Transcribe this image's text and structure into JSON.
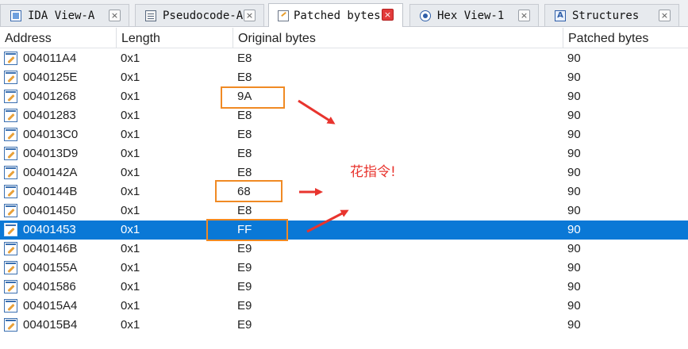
{
  "tabs": [
    {
      "label": "IDA View-A",
      "icon": "ida-view-icon",
      "active": false,
      "close": "×"
    },
    {
      "label": "Pseudocode-A",
      "icon": "pseudocode-icon",
      "active": false,
      "close": "×"
    },
    {
      "label": "Patched bytes",
      "icon": "patched-bytes-icon",
      "active": true,
      "close": "×"
    },
    {
      "label": "Hex View-1",
      "icon": "hex-view-icon",
      "active": false,
      "close": "×"
    },
    {
      "label": "Structures",
      "icon": "structures-icon",
      "active": false,
      "close": "×"
    }
  ],
  "struct_icon_glyph": "A",
  "table": {
    "columns": [
      "Address",
      "Length",
      "Original bytes",
      "Patched bytes"
    ],
    "rows": [
      {
        "address": "004011A4",
        "length": "0x1",
        "original": "E8",
        "patched": "90"
      },
      {
        "address": "0040125E",
        "length": "0x1",
        "original": "E8",
        "patched": "90"
      },
      {
        "address": "00401268",
        "length": "0x1",
        "original": "9A",
        "patched": "90"
      },
      {
        "address": "00401283",
        "length": "0x1",
        "original": "E8",
        "patched": "90"
      },
      {
        "address": "004013C0",
        "length": "0x1",
        "original": "E8",
        "patched": "90"
      },
      {
        "address": "004013D9",
        "length": "0x1",
        "original": "E8",
        "patched": "90"
      },
      {
        "address": "0040142A",
        "length": "0x1",
        "original": "E8",
        "patched": "90"
      },
      {
        "address": "0040144B",
        "length": "0x1",
        "original": "68",
        "patched": "90"
      },
      {
        "address": "00401450",
        "length": "0x1",
        "original": "E8",
        "patched": "90"
      },
      {
        "address": "00401453",
        "length": "0x1",
        "original": "FF",
        "patched": "90",
        "selected": true
      },
      {
        "address": "0040146B",
        "length": "0x1",
        "original": "E9",
        "patched": "90"
      },
      {
        "address": "0040155A",
        "length": "0x1",
        "original": "E9",
        "patched": "90"
      },
      {
        "address": "00401586",
        "length": "0x1",
        "original": "E9",
        "patched": "90"
      },
      {
        "address": "004015A4",
        "length": "0x1",
        "original": "E9",
        "patched": "90"
      },
      {
        "address": "004015B4",
        "length": "0x1",
        "original": "E9",
        "patched": "90"
      }
    ]
  },
  "annotation": {
    "text": "花指令!",
    "box_color": "#f08a24",
    "arrow_color": "#e8342e"
  },
  "colors": {
    "selection": "#0a78d6",
    "close_active": "#e23b3b"
  }
}
